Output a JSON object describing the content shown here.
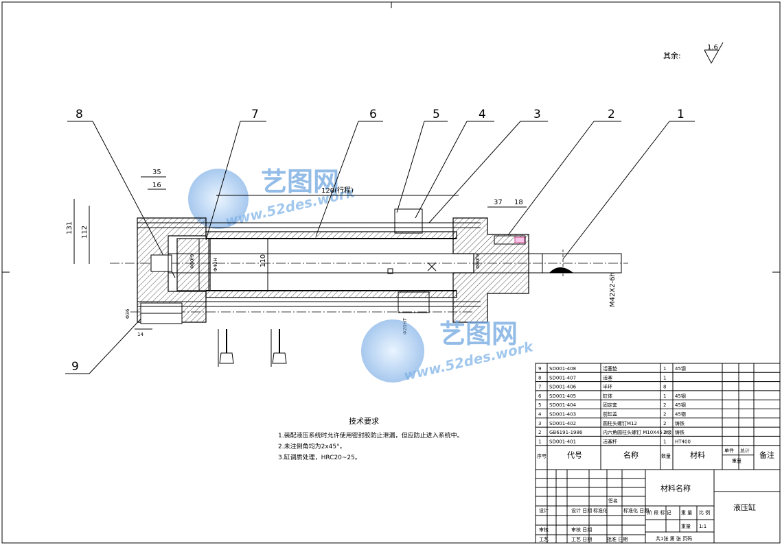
{
  "roughness": {
    "label": "其余:",
    "value": "1.6"
  },
  "balloons": [
    "1",
    "2",
    "3",
    "4",
    "5",
    "6",
    "7",
    "8",
    "9"
  ],
  "dimensions": {
    "d35": "35",
    "d16": "16",
    "d131": "131",
    "d112": "112",
    "stroke": "120(行程)",
    "d37": "37",
    "d18": "18",
    "d110": "110",
    "phi80a": "Φ80f9",
    "phi40": "Φ40H",
    "phi80b": "Φ80f9",
    "thread": "M42X2-6h",
    "phi36": "Φ36",
    "d14": "14",
    "d20": "Φ20H7"
  },
  "watermark": {
    "cn": "艺图网",
    "url": "www.52des.work"
  },
  "tech": {
    "title": "技术要求",
    "lines": [
      "1.装配液压系统时允许使用密封胶防止泄漏，但应防止进入系统中。",
      "2.未注倒角均为2x45°。",
      "3.缸调质处理，HRC20~25。"
    ]
  },
  "bom": {
    "rows": [
      {
        "no": "9",
        "code": "SD001-408",
        "name": "活塞垫",
        "qty": "1",
        "mat": "45钢"
      },
      {
        "no": "8",
        "code": "SD001-407",
        "name": "活塞",
        "qty": "1",
        "mat": ""
      },
      {
        "no": "7",
        "code": "SD001-406",
        "name": "半环",
        "qty": "8",
        "mat": ""
      },
      {
        "no": "6",
        "code": "SD001-405",
        "name": "缸体",
        "qty": "1",
        "mat": "45钢"
      },
      {
        "no": "5",
        "code": "SD001-404",
        "name": "固定套",
        "qty": "2",
        "mat": "45钢"
      },
      {
        "no": "4",
        "code": "SD001-403",
        "name": "前缸盖",
        "qty": "2",
        "mat": "45钢"
      },
      {
        "no": "3",
        "code": "SD001-402",
        "name": "圆柱头螺钉M12",
        "qty": "2",
        "mat": "铸铁"
      },
      {
        "no": "2",
        "code": "GB6191-1986",
        "name": "内六角圆柱头螺钉 M10X45 8级",
        "qty": "2",
        "mat": "铸铁"
      },
      {
        "no": "1",
        "code": "SD001-401",
        "name": "活塞杆",
        "qty": "1",
        "mat": "HT400"
      }
    ],
    "header": {
      "no": "序号",
      "code": "代号",
      "name": "名称",
      "qty": "数量",
      "mat": "材料",
      "unit": "单件",
      "total": "总计",
      "weight": "重量",
      "remark": "备注"
    }
  },
  "title_block": {
    "material": "材料名称",
    "drawing_name": "液压缸",
    "sign": "签名",
    "design": "设计",
    "design_date": "设计 日期",
    "std": "标准化",
    "std_date": "标准化 日期",
    "audit": "审核",
    "audit_date": "审核 日期",
    "process": "工艺",
    "process_date": "工艺 日期",
    "approve": "批准 日期",
    "stage": "阶 段 标 记",
    "weight": "重 量",
    "scale": "比 例",
    "weight2": "重量",
    "ratio": "1:1",
    "sheets": "共1张  第  张   页码"
  }
}
